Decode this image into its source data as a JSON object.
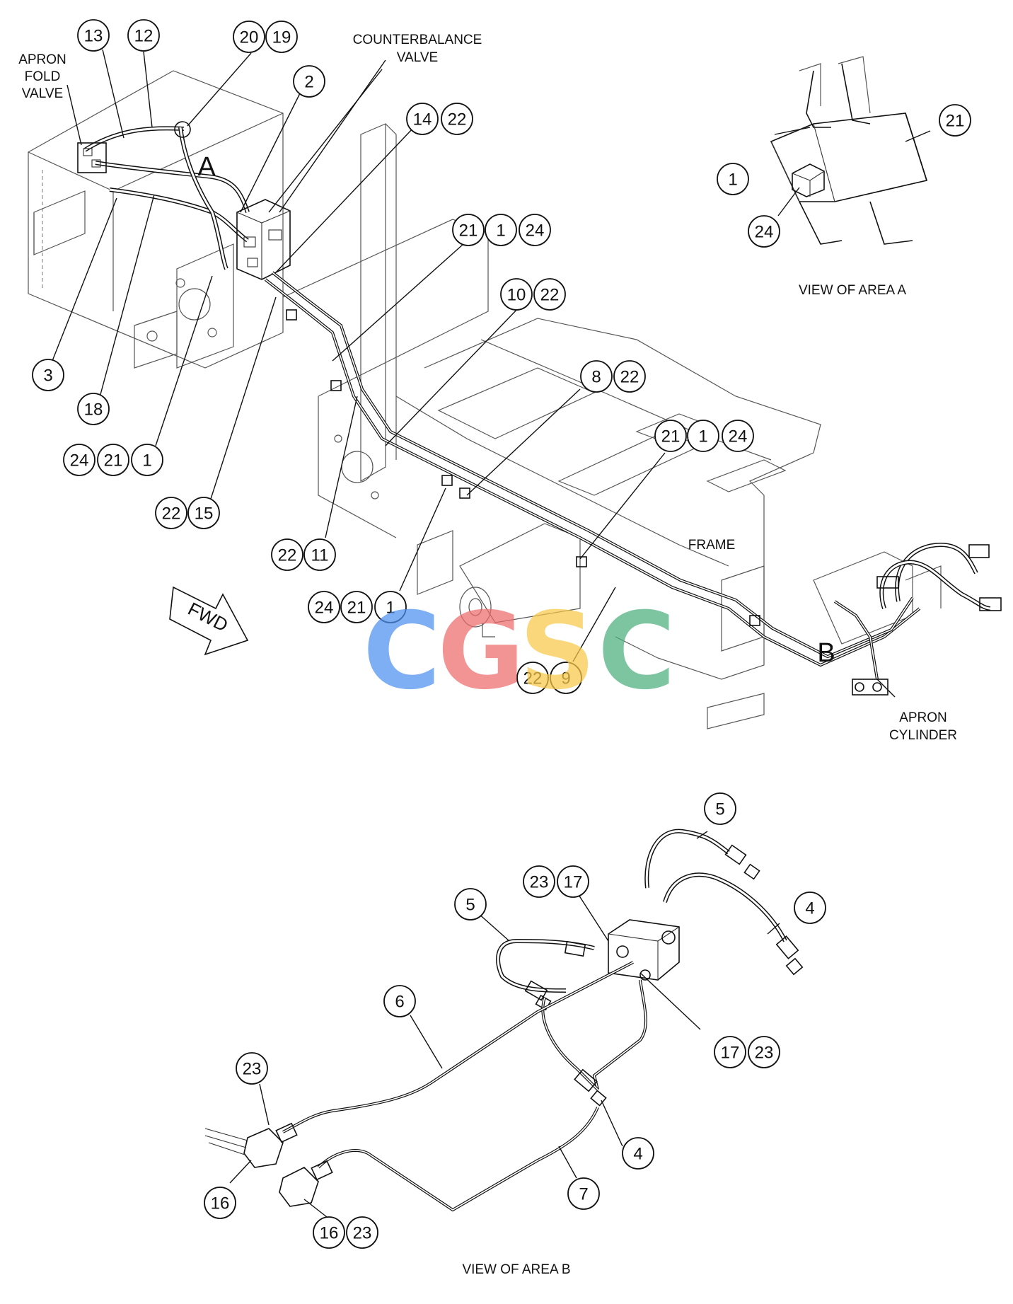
{
  "labels": {
    "apron_fold_valve": [
      "APRON",
      "FOLD",
      "VALVE"
    ],
    "counterbalance_valve": [
      "COUNTERBALANCE",
      "VALVE"
    ],
    "frame": "FRAME",
    "apron_cylinder": [
      "APRON",
      "CYLINDER"
    ],
    "view_a": "VIEW OF AREA A",
    "view_b": "VIEW OF AREA B",
    "area_a": "A",
    "area_b": "B",
    "fwd": "FWD"
  },
  "watermark": {
    "letters": [
      "C",
      "G",
      "S",
      "C"
    ],
    "colors": [
      "#4d90f0",
      "#ee6c6a",
      "#f7c948",
      "#4caf7d"
    ]
  },
  "callouts": [
    "13",
    "12",
    "20",
    "19",
    "2",
    "14",
    "22",
    "21",
    "1",
    "24",
    "10",
    "22",
    "8",
    "22",
    "21",
    "1",
    "24",
    "3",
    "18",
    "24",
    "21",
    "1",
    "22",
    "15",
    "22",
    "11",
    "24",
    "21",
    "1",
    "22",
    "9",
    "21",
    "1",
    "24",
    "5",
    "23",
    "17",
    "5",
    "4",
    "6",
    "17",
    "23",
    "23",
    "4",
    "16",
    "7",
    "16",
    "23"
  ]
}
